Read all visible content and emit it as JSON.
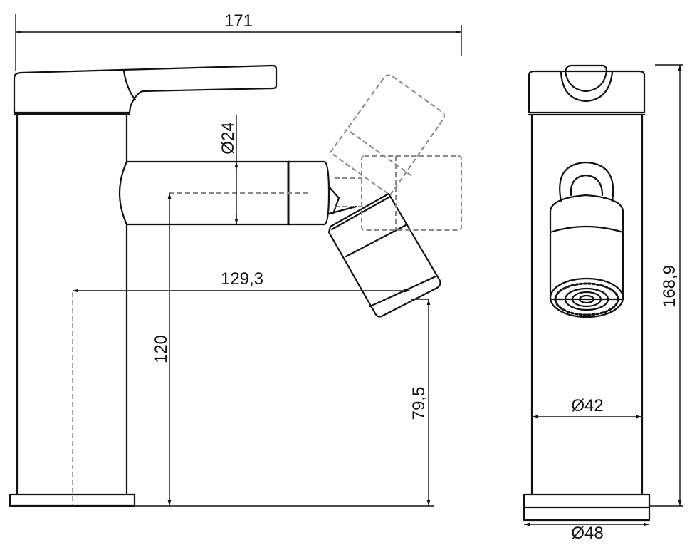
{
  "title": "Bidet faucet technical drawing",
  "dimensions": {
    "overall_length": "171",
    "spout_diameter": "Ø24",
    "spout_reach": "129,3",
    "spout_height": "120",
    "outlet_height": "79,5",
    "overall_height": "168,9",
    "body_diameter": "Ø42",
    "base_diameter": "Ø48"
  }
}
